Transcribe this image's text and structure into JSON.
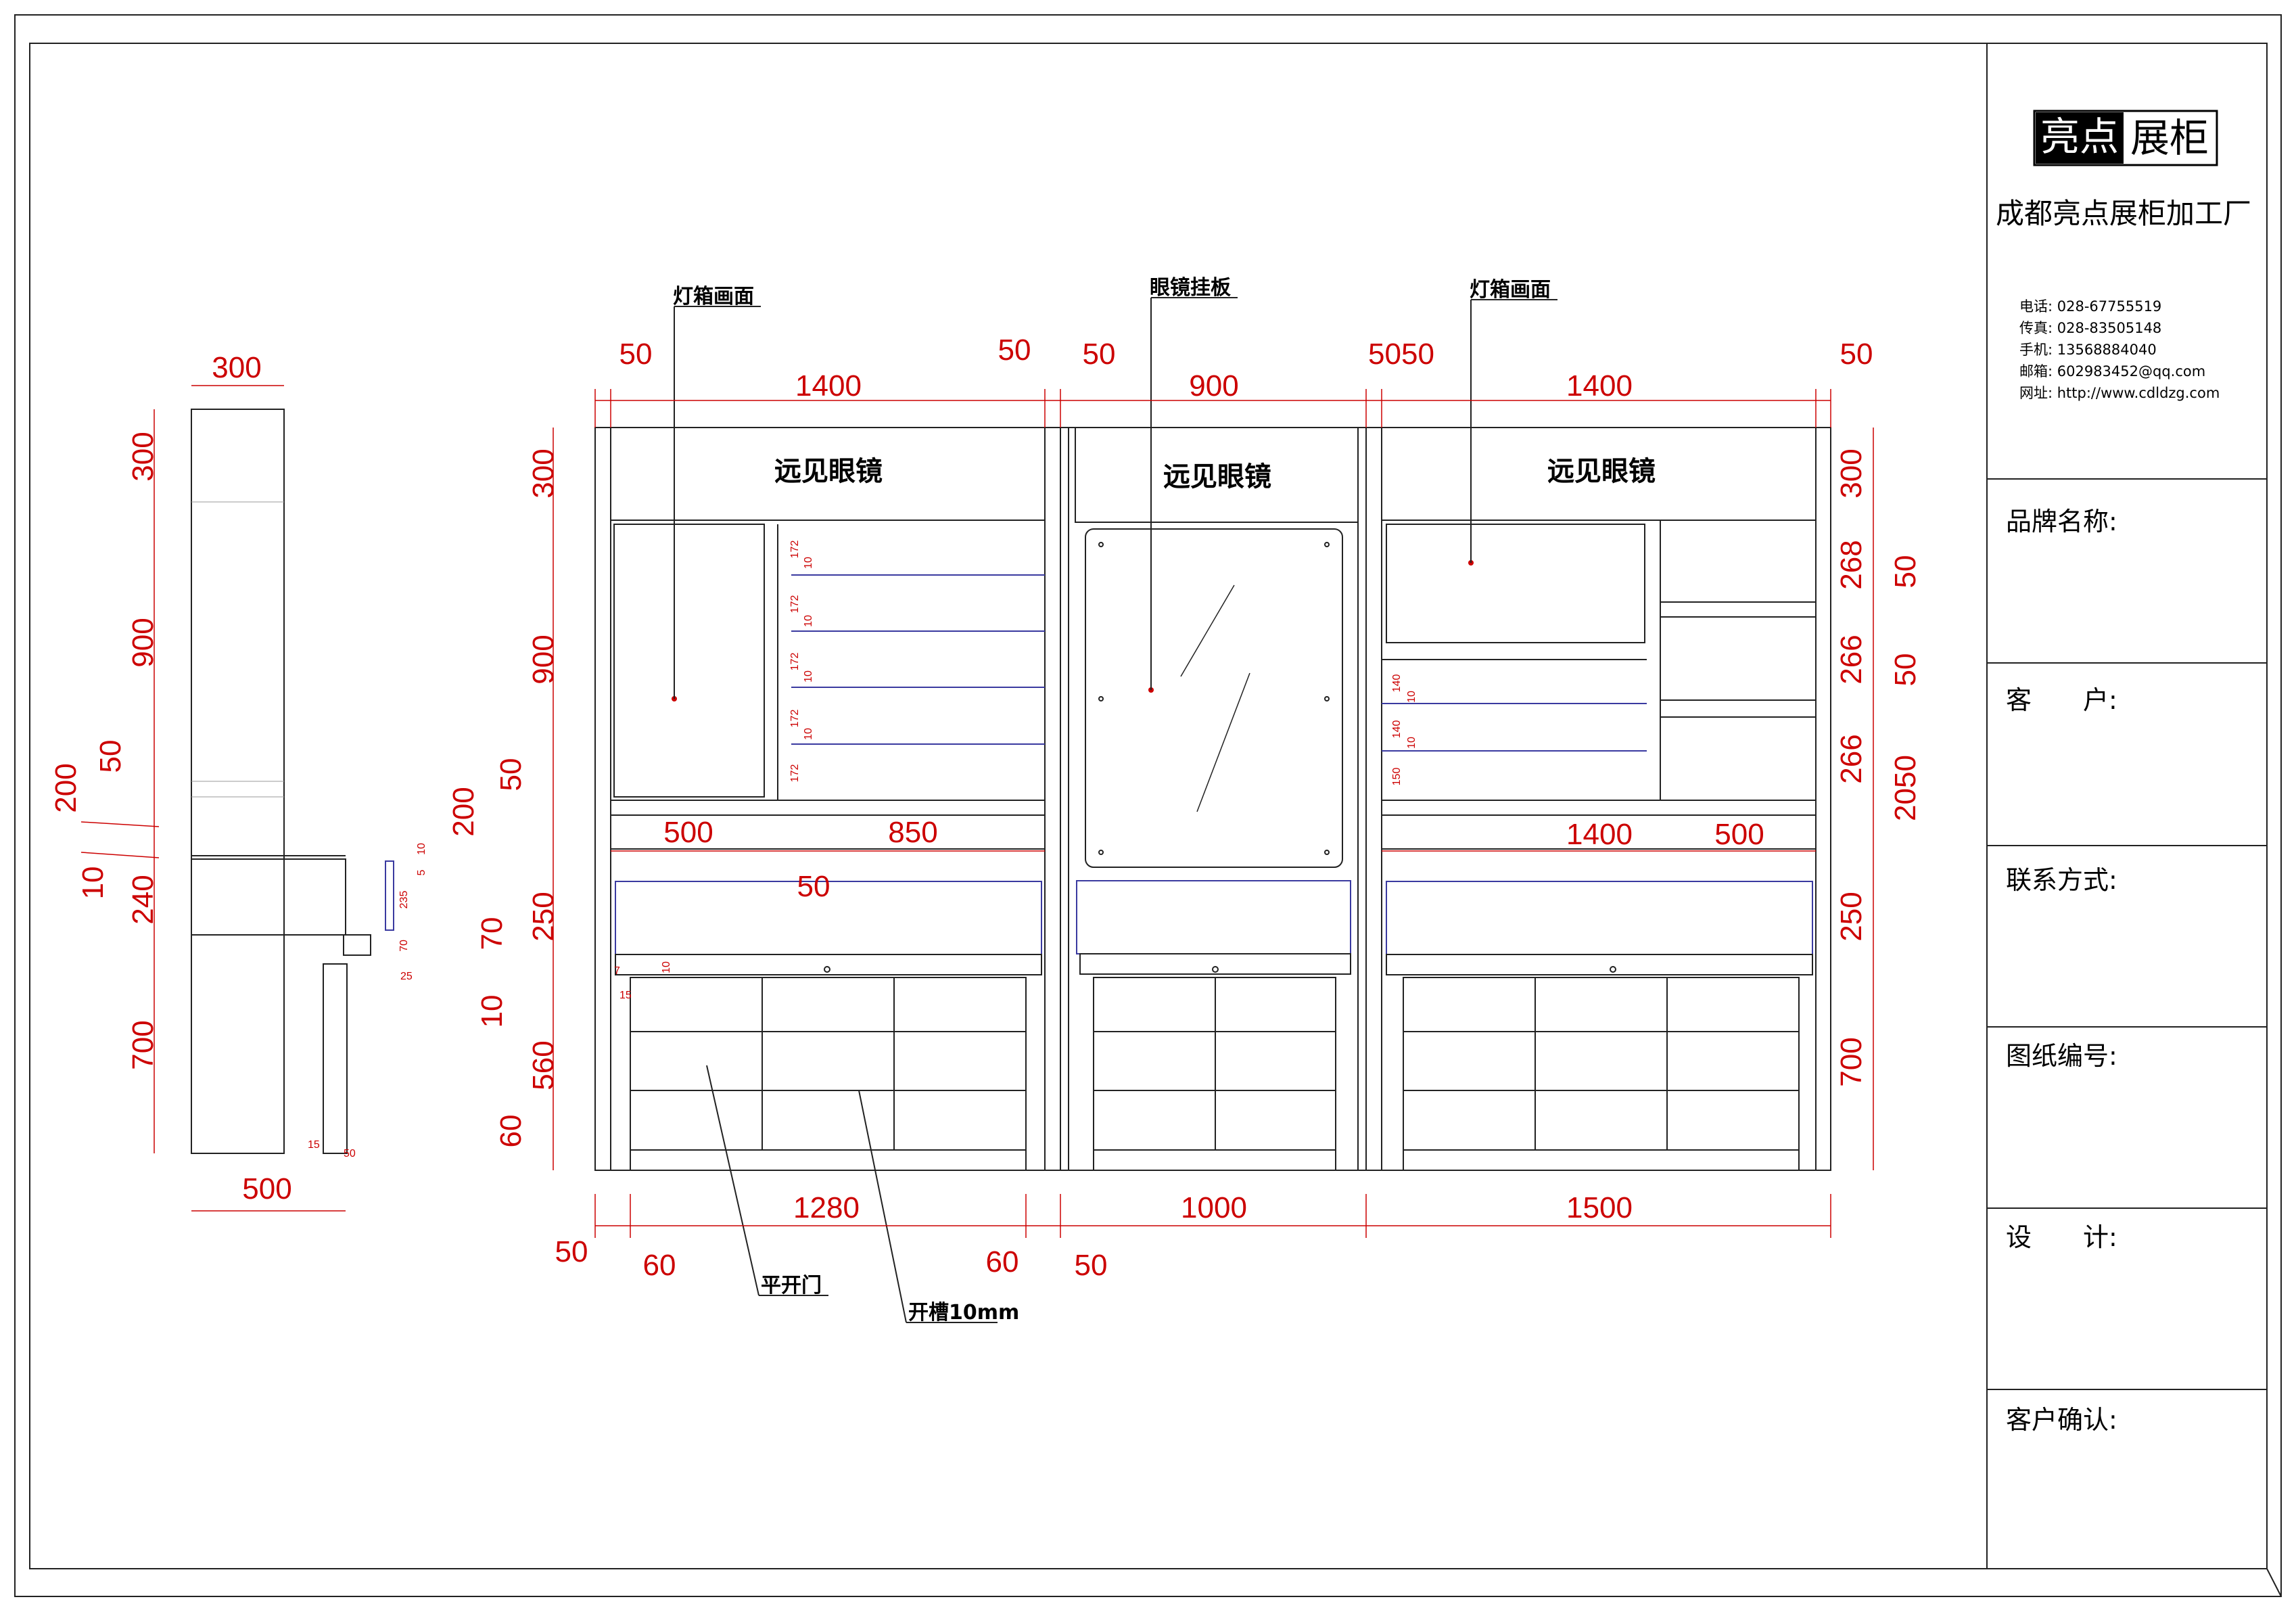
{
  "title_block": {
    "logo_left": "亮点",
    "logo_right": "展柜",
    "company": "成都亮点展柜加工厂",
    "contacts": [
      "电话: 028-67755519",
      "传真: 028-83505148",
      "手机: 13568884040",
      "邮箱: 602983452@qq.com",
      "网址: http://www.cdldzg.com"
    ],
    "fields": [
      "品牌名称:",
      "客　　户:",
      "联系方式:",
      "图纸编号:",
      "设　　计:",
      "客户确认:"
    ]
  },
  "labels": {
    "lightbox1": "灯箱画面",
    "glasses_board": "眼镜挂板",
    "lightbox2": "灯箱画面",
    "brand1": "远见眼镜",
    "brand2": "远见眼镜",
    "brand3": "远见眼镜",
    "door": "平开门",
    "groove": "开槽10mm"
  },
  "dims": {
    "s_top": "300",
    "s_h300": "300",
    "s_h900": "900",
    "s_h50": "50",
    "s_h200": "200",
    "s_h10": "10",
    "s_h240": "240",
    "s_h700": "700",
    "s_bottom": "500",
    "t_50a": "50",
    "t_1400a": "1400",
    "t_50b": "50",
    "t_50c": "50",
    "t_900": "900",
    "t_5050": "5050",
    "t_1400b": "1400",
    "t_50d": "50",
    "l_300": "300",
    "l_900": "900",
    "l_50": "50",
    "l_200": "200",
    "l_250": "250",
    "l_70": "70",
    "l_10": "10",
    "l_560": "560",
    "l_60": "60",
    "m_500": "500",
    "m_850": "850",
    "m_50": "50",
    "m_1400": "1400",
    "m_500b": "500",
    "r_300": "300",
    "r_268": "268",
    "r_50a": "50",
    "r_266a": "266",
    "r_50b": "50",
    "r_266b": "266",
    "r_2050": "2050",
    "r_250": "250",
    "r_700": "700",
    "b_1280": "1280",
    "b_1000": "1000",
    "b_1500": "1500",
    "b_50a": "50",
    "b_60a": "60",
    "b_60b": "60",
    "b_50b": "50",
    "sm_172": "172",
    "sm_10": "10",
    "sm_140": "140",
    "sm_150": "150",
    "sm_235": "235",
    "sm_5": "5",
    "sm_70": "70",
    "sm_25": "25",
    "sm_15": "15",
    "sm_50": "50",
    "sm_7": "7"
  }
}
